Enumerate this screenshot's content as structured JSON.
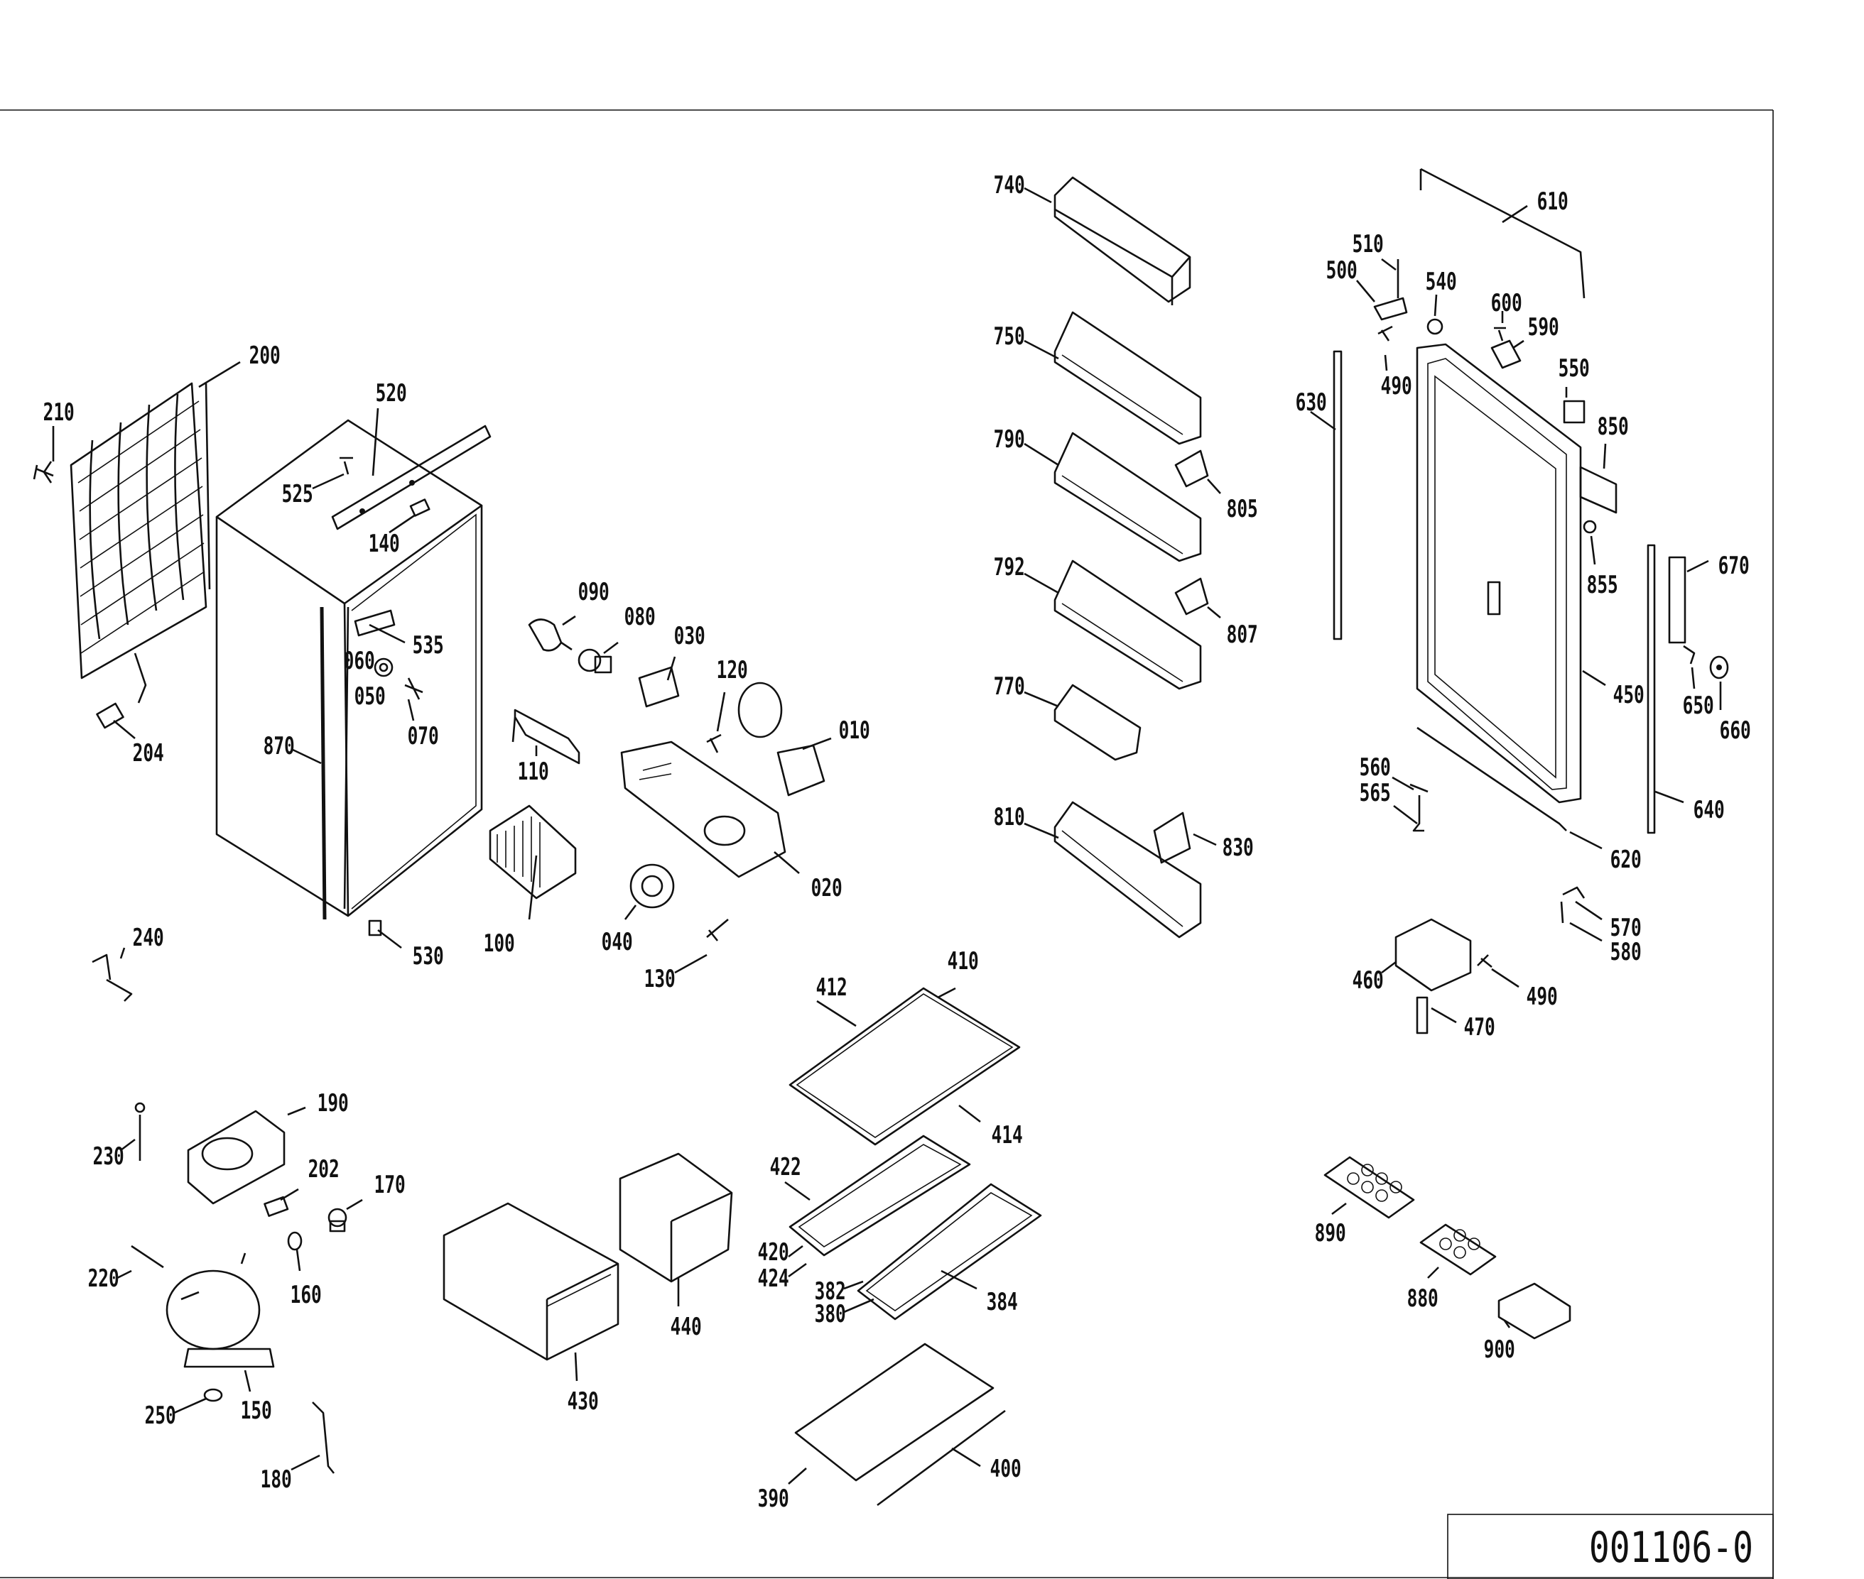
{
  "drawing_number": "001106-0",
  "callouts": [
    "010",
    "020",
    "030",
    "040",
    "050",
    "060",
    "070",
    "080",
    "090",
    "100",
    "110",
    "120",
    "130",
    "140",
    "150",
    "160",
    "170",
    "180",
    "190",
    "200",
    "202",
    "204",
    "210",
    "220",
    "230",
    "240",
    "250",
    "380",
    "382",
    "384",
    "390",
    "400",
    "410",
    "412",
    "414",
    "420",
    "422",
    "424",
    "430",
    "440",
    "450",
    "460",
    "470",
    "490",
    "490",
    "500",
    "510",
    "520",
    "525",
    "530",
    "535",
    "540",
    "550",
    "560",
    "565",
    "570",
    "580",
    "590",
    "600",
    "610",
    "620",
    "630",
    "640",
    "650",
    "660",
    "670",
    "740",
    "750",
    "770",
    "790",
    "792",
    "805",
    "807",
    "810",
    "830",
    "850",
    "855",
    "870",
    "880",
    "890",
    "900"
  ]
}
